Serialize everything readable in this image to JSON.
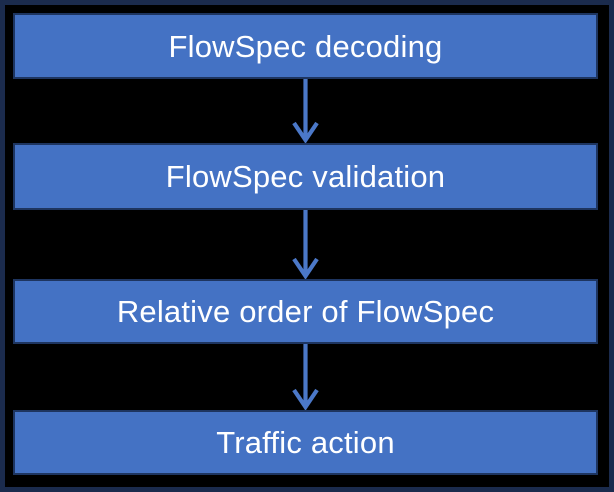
{
  "diagram": {
    "type": "flowchart",
    "direction": "top-down",
    "steps": [
      {
        "label": "FlowSpec decoding"
      },
      {
        "label": "FlowSpec validation"
      },
      {
        "label": "Relative order of FlowSpec"
      },
      {
        "label": "Traffic action"
      }
    ],
    "connectors": [
      {
        "from": 0,
        "to": 1,
        "style": "down-arrow"
      },
      {
        "from": 1,
        "to": 2,
        "style": "down-arrow"
      },
      {
        "from": 2,
        "to": 3,
        "style": "down-arrow"
      }
    ],
    "colors": {
      "background": "#000000",
      "frame_border": "#1b2b4d",
      "box_fill": "#4472c4",
      "box_border": "#1e3560",
      "arrow": "#4b78c8",
      "text": "#ffffff"
    }
  }
}
